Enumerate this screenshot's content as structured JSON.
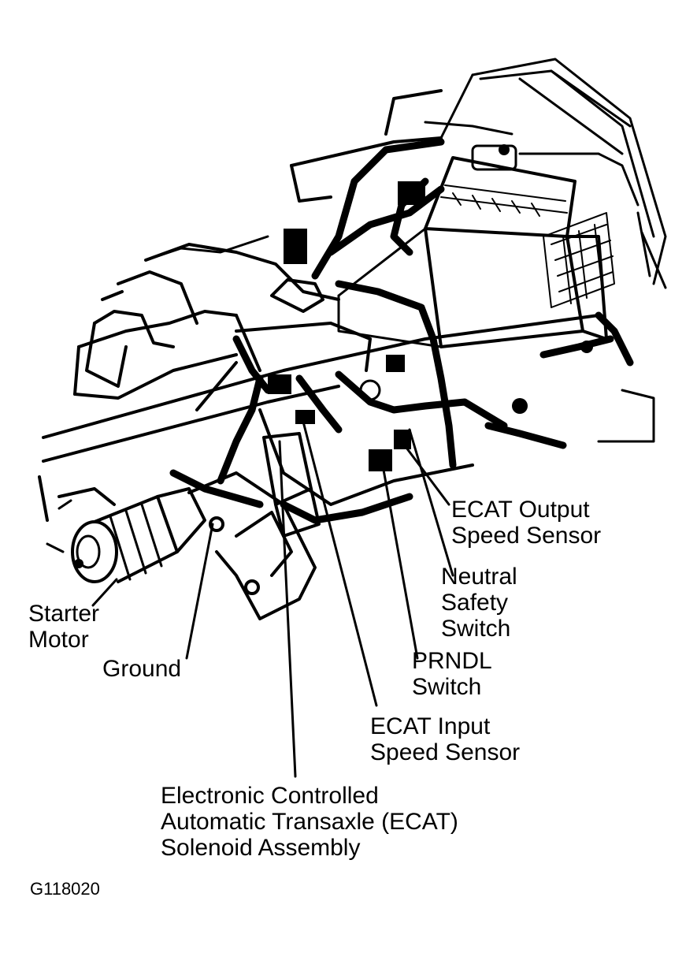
{
  "labels": {
    "ecat_output_speed_sensor": [
      "ECAT Output",
      "Speed Sensor"
    ],
    "neutral_safety_switch": [
      "Neutral",
      "Safety",
      "Switch"
    ],
    "prndl_switch": [
      "PRNDL",
      "Switch"
    ],
    "ecat_input_speed_sensor": [
      "ECAT Input",
      "Speed Sensor"
    ],
    "solenoid_assembly": [
      "Electronic Controlled",
      "Automatic Transaxle (ECAT)",
      "Solenoid Assembly"
    ],
    "starter_motor": [
      "Starter",
      "Motor"
    ],
    "ground": [
      "Ground"
    ]
  },
  "figure_code": "G118020"
}
